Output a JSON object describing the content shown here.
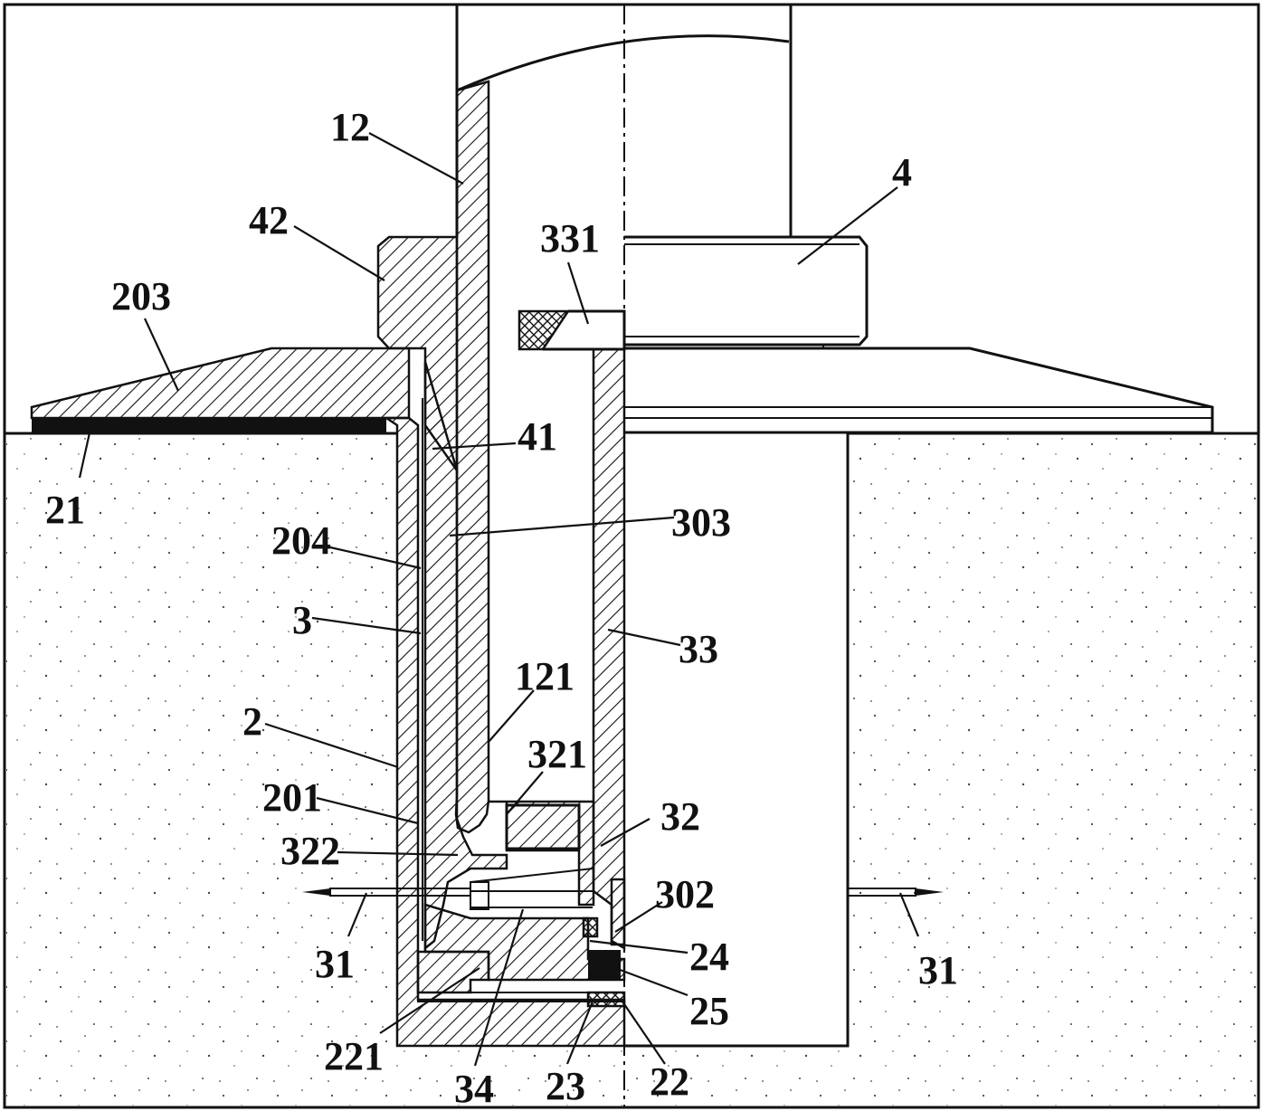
{
  "figure": {
    "labels": {
      "l12": "12",
      "l4": "4",
      "l42": "42",
      "l331": "331",
      "l203": "203",
      "l41": "41",
      "l21": "21",
      "l303": "303",
      "l204": "204",
      "l3": "3",
      "l33": "33",
      "l121": "121",
      "l2": "2",
      "l321": "321",
      "l201": "201",
      "l32": "32",
      "l322": "322",
      "l302": "302",
      "l31a": "31",
      "l31b": "31",
      "l24": "24",
      "l25": "25",
      "l221": "221",
      "l34": "34",
      "l23": "23",
      "l22": "22"
    }
  }
}
